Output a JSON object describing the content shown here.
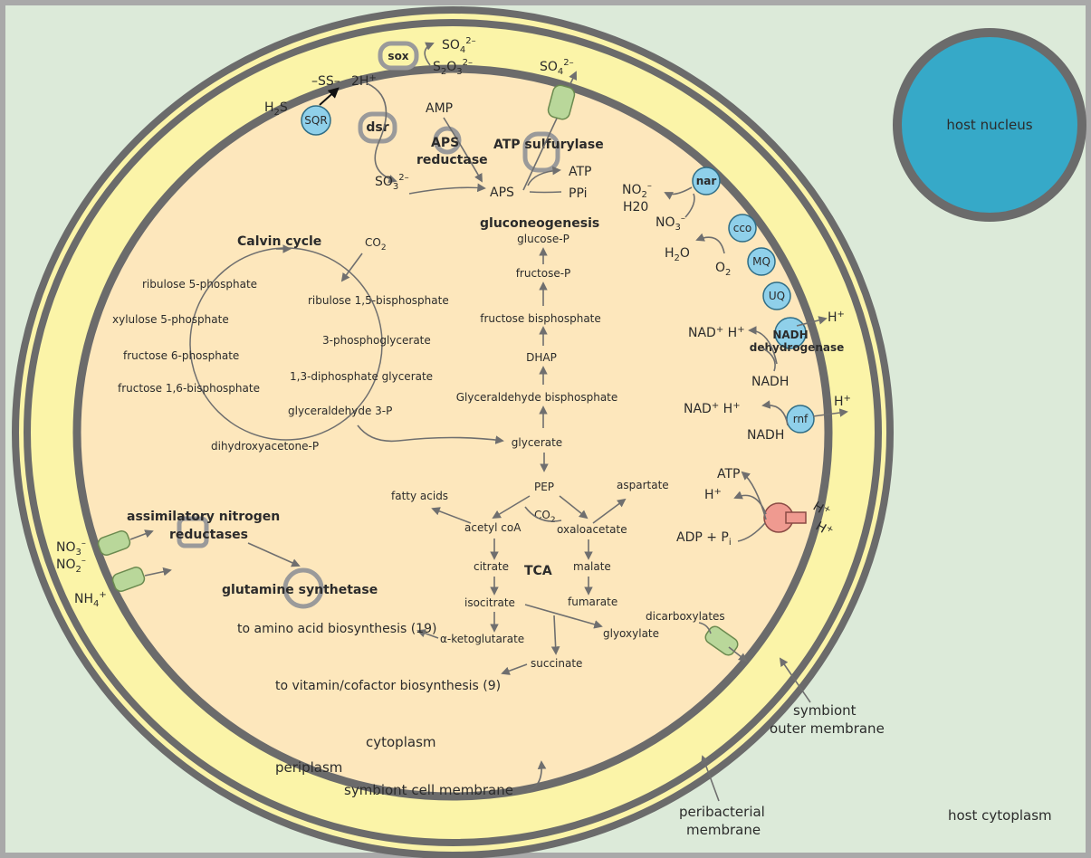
{
  "compartments": {
    "host_nucleus": "host nucleus",
    "host_cytoplasm": "host cytoplasm",
    "peribacterial_membrane": [
      "peribacterial",
      "membrane"
    ],
    "symbiont_outer_membrane": [
      "symbiont",
      "outer membrane"
    ],
    "symbiont_cell_membrane": "symbiont cell membrane",
    "periplasm": "periplasm",
    "cytoplasm": "cytoplasm"
  },
  "sulfur": {
    "h2s": "H2S",
    "sqr": "SQR",
    "ss": "–SS–",
    "two_h": "2H+",
    "sox": "sox",
    "so4_top": "SO42–",
    "s2o3": "S2O32–",
    "so4_right": "SO42–",
    "dsr": "dsr",
    "amp": "AMP",
    "aps_reductase": [
      "APS",
      "reductase"
    ],
    "atp_sulfurylase": "ATP sulfurylase",
    "so3": "SO32–",
    "aps": "APS",
    "atp": "ATP",
    "ppi": "PPi"
  },
  "respiration": {
    "nar": "nar",
    "no2_top": "NO2–",
    "h2o_top": "H20",
    "no3": "NO3–",
    "cco": "cco",
    "h2o": "H2O",
    "o2": "O2",
    "mq": "MQ",
    "uq": "UQ",
    "nadh_dehydrogenase": [
      "NADH",
      "dehydrogenase"
    ],
    "h_plus": "H+",
    "nad_h_1": "NAD+ H+",
    "nadh_1": "NADH",
    "nad_h_2": "NAD+ H+",
    "rnf": "rnf",
    "h_plus_2": "H+",
    "nadh_2": "NADH",
    "atp": "ATP",
    "h_plus_3": "H+",
    "adp_pi": "ADP + Pi",
    "atp_synthase_h": [
      "H+",
      "H+"
    ]
  },
  "calvin": {
    "title": "Calvin cycle",
    "co2": "CO2",
    "items": [
      "ribulose 5-phosphate",
      "ribulose 1,5-bisphosphate",
      "xylulose 5-phosphate",
      "3-phosphoglycerate",
      "fructose 6-phosphate",
      "1,3-diphosphate glycerate",
      "fructose 1,6-bisphosphate",
      "glyceraldehyde 3-P",
      "dihydroxyacetone-P"
    ]
  },
  "gluconeogenesis": {
    "title": "gluconeogenesis",
    "steps": [
      "glucose-P",
      "fructose-P",
      "fructose bisphosphate",
      "DHAP",
      "Glyceraldehyde bisphosphate",
      "glycerate",
      "PEP"
    ]
  },
  "tca": {
    "title": "TCA",
    "fatty_acids": "fatty acids",
    "aspartate": "aspartate",
    "co2": "CO2",
    "acetyl_coa": "acetyl coA",
    "oxaloacetate": "oxaloacetate",
    "citrate": "citrate",
    "malate": "malate",
    "isocitrate": "isocitrate",
    "fumarate": "fumarate",
    "glyoxylate": "glyoxylate",
    "a_ketoglutarate": "α-ketoglutarate",
    "succinate": "succinate",
    "amino_acid": "to amino acid biosynthesis (19)",
    "vitamin": "to vitamin/cofactor biosynthesis (9)"
  },
  "nitrogen": {
    "reductases": [
      "assimilatory nitrogen",
      "reductases"
    ],
    "no3": "NO3–",
    "no2": "NO2–",
    "nh4": "NH4+",
    "glutamine_synthetase": "glutamine synthetase",
    "dicarboxylates": "dicarboxylates"
  },
  "colors": {
    "host_bg": "#dcead9",
    "membrane": "#6b6b6b",
    "periplasm": "#fbf4a8",
    "cytoplasm": "#fde7bc",
    "nucleus": "#36a9c8",
    "enzyme": "#8fd0ea",
    "transporter": "#b9d79a",
    "atp_synthase": "#ef9a90"
  }
}
